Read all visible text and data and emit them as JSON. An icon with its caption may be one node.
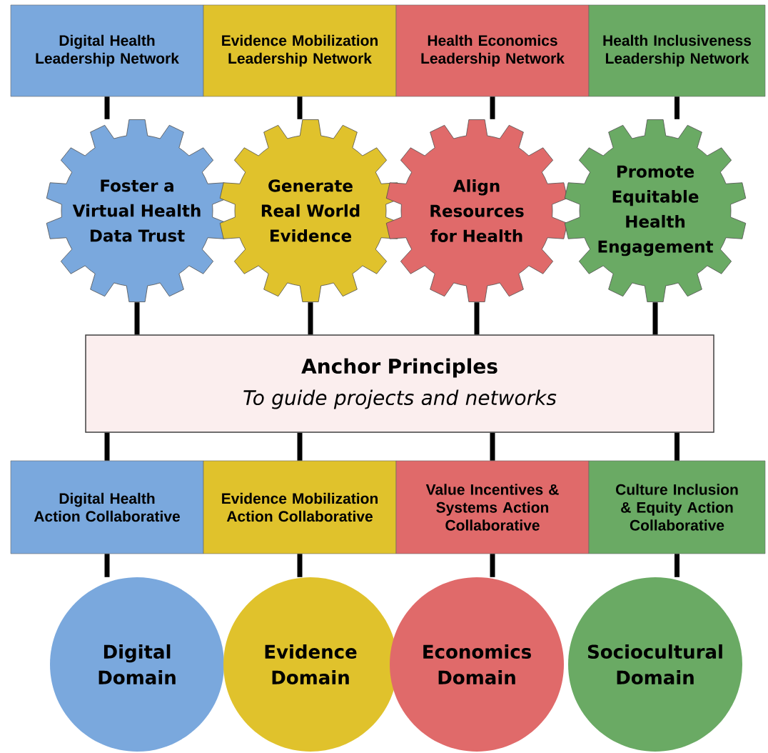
{
  "diagram": {
    "nodes": [
      {
        "text": [
          "Digital Health Leadership Network"
        ]
      },
      {
        "text": [
          "Evidence Mobilization Leadership Network"
        ]
      },
      {
        "text": [
          "Health Economics Leadership Network"
        ]
      },
      {
        "text": [
          "Health Inclusiveness Leadership Network"
        ]
      },
      {
        "text": [
          "Foster a Virtual Health Data Trust"
        ]
      },
      {
        "text": [
          "Generate Real World Evidence"
        ]
      },
      {
        "text": [
          "Align Resources for Health"
        ]
      },
      {
        "text": [
          "Promote Equitable Health Engagement"
        ]
      },
      {
        "text": [
          "Anchor Principles",
          "To guide projects and networks"
        ]
      },
      {
        "text": [
          "Digital Health Action Collaborative"
        ]
      },
      {
        "text": [
          "Evidence Mobilization Action Collaborative"
        ]
      },
      {
        "text": [
          "Value Incentives & Systems Action Collaborative"
        ]
      },
      {
        "text": [
          "Culture Inclusion & Equity Action Collaborative"
        ]
      },
      {
        "text": [
          "Digital Domain"
        ]
      },
      {
        "text": [
          "Evidence Domain"
        ]
      },
      {
        "text": [
          "Economics Domain"
        ]
      },
      {
        "text": [
          "Sociocultural Domain"
        ]
      }
    ],
    "edges": [
      {
        "from": 0,
        "to": 4,
        "arrow": "none"
      },
      {
        "from": 1,
        "to": 5,
        "arrow": "none"
      },
      {
        "from": 2,
        "to": 6,
        "arrow": "none"
      },
      {
        "from": 3,
        "to": 7,
        "arrow": "none"
      },
      {
        "from": 4,
        "to": 8,
        "arrow": "none"
      },
      {
        "from": 5,
        "to": 8,
        "arrow": "none"
      },
      {
        "from": 6,
        "to": 8,
        "arrow": "none"
      },
      {
        "from": 7,
        "to": 8,
        "arrow": "none"
      },
      {
        "from": 8,
        "to": 9,
        "arrow": "none"
      },
      {
        "from": 8,
        "to": 10,
        "arrow": "none"
      },
      {
        "from": 8,
        "to": 11,
        "arrow": "none"
      },
      {
        "from": 8,
        "to": 12,
        "arrow": "none"
      },
      {
        "from": 9,
        "to": 13,
        "arrow": "none"
      },
      {
        "from": 10,
        "to": 14,
        "arrow": "none"
      },
      {
        "from": 11,
        "to": 15,
        "arrow": "none"
      },
      {
        "from": 12,
        "to": 16,
        "arrow": "none"
      }
    ]
  }
}
